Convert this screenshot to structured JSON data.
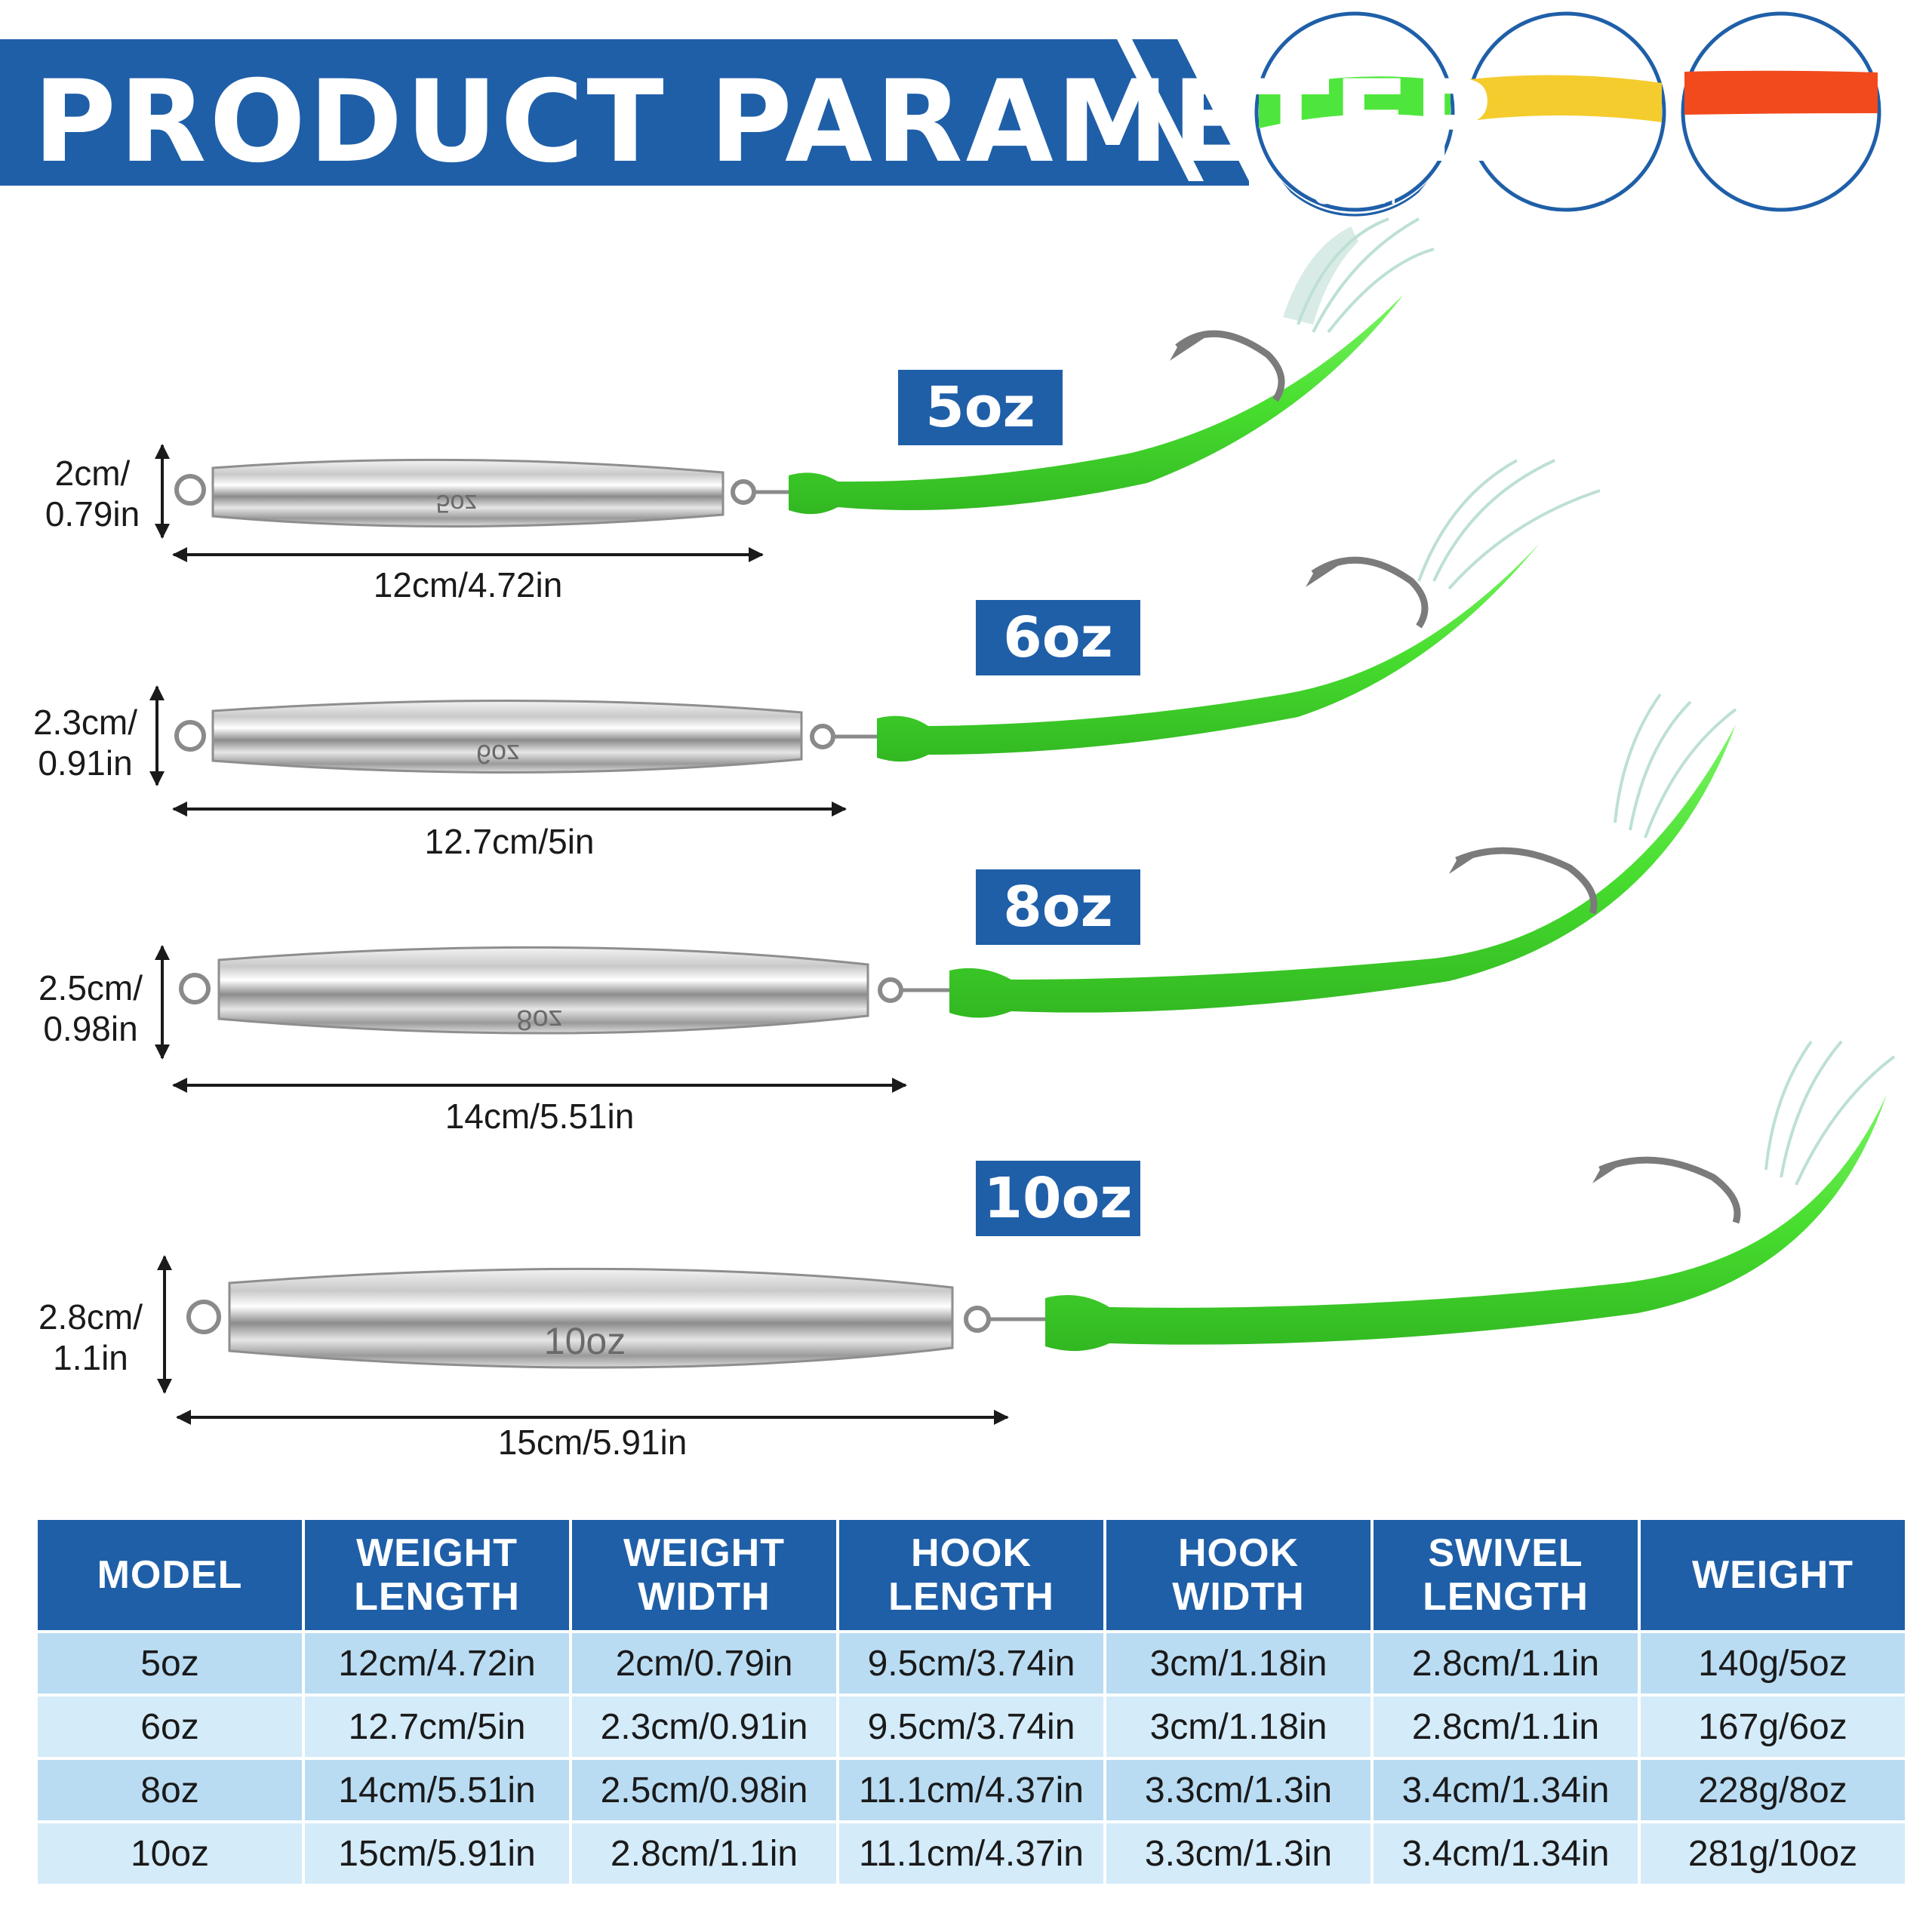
{
  "header": {
    "title": "PRODUCT PARAMETER"
  },
  "colors": {
    "brand_blue": "#1f5fa8",
    "table_row": "#b9dcf3",
    "tail_green": "#52e83a",
    "swatch_green": "#4ee63c",
    "swatch_yellow": "#f5cc2e",
    "swatch_red": "#f24a1c"
  },
  "color_options": [
    {
      "label": "Green",
      "color": "#4ee63c"
    },
    {
      "label": "Yellow",
      "color": "#f5cc2e"
    },
    {
      "label": "Red",
      "color": "#f24a1c"
    }
  ],
  "models": [
    {
      "label": "5oz",
      "height_dim": [
        "2cm/",
        "0.79in"
      ],
      "length_dim": "12cm/4.72in",
      "stamp": "5oz"
    },
    {
      "label": "6oz",
      "height_dim": [
        "2.3cm/",
        "0.91in"
      ],
      "length_dim": "12.7cm/5in",
      "stamp": "6oz"
    },
    {
      "label": "8oz",
      "height_dim": [
        "2.5cm/",
        "0.98in"
      ],
      "length_dim": "14cm/5.51in",
      "stamp": "8oz"
    },
    {
      "label": "10oz",
      "height_dim": [
        "2.8cm/",
        "1.1in"
      ],
      "length_dim": "15cm/5.91in",
      "stamp": "10oz"
    }
  ],
  "table": {
    "headers": [
      [
        "MODEL"
      ],
      [
        "WEIGHT",
        "LENGTH"
      ],
      [
        "WEIGHT",
        "WIDTH"
      ],
      [
        "HOOK",
        "LENGTH"
      ],
      [
        "HOOK",
        "WIDTH"
      ],
      [
        "SWIVEL",
        "LENGTH"
      ],
      [
        "WEIGHT"
      ]
    ],
    "rows": [
      [
        "5oz",
        "12cm/4.72in",
        "2cm/0.79in",
        "9.5cm/3.74in",
        "3cm/1.18in",
        "2.8cm/1.1in",
        "140g/5oz"
      ],
      [
        "6oz",
        "12.7cm/5in",
        "2.3cm/0.91in",
        "9.5cm/3.74in",
        "3cm/1.18in",
        "2.8cm/1.1in",
        "167g/6oz"
      ],
      [
        "8oz",
        "14cm/5.51in",
        "2.5cm/0.98in",
        "11.1cm/4.37in",
        "3.3cm/1.3in",
        "3.4cm/1.34in",
        "228g/8oz"
      ],
      [
        "10oz",
        "15cm/5.91in",
        "2.8cm/1.1in",
        "11.1cm/4.37in",
        "3.3cm/1.3in",
        "3.4cm/1.34in",
        "281g/10oz"
      ]
    ]
  }
}
